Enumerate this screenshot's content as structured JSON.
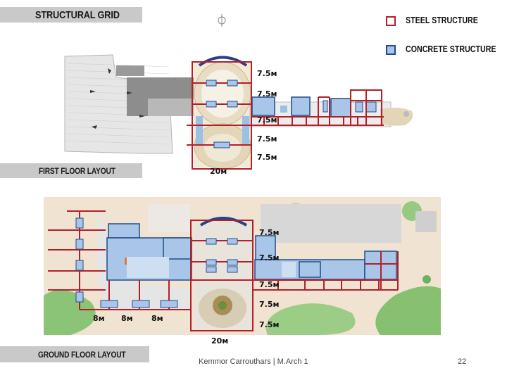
{
  "header": {
    "title": "STRUCTURAL GRID"
  },
  "legend": [
    {
      "label": "STEEL STRUCTURE",
      "color": "#b3202a",
      "fill": "#ffffff"
    },
    {
      "label": "CONCRETE  STRUCTURE",
      "color": "#1f4f8b",
      "fill": "#a9c5e8"
    }
  ],
  "first_floor": {
    "label": "FIRST FLOOR LAYOUT",
    "dims": [
      "7.5м",
      "7.5м",
      "7.5м",
      "7.5м",
      "7.5м"
    ],
    "width_dim": "20м"
  },
  "ground_floor": {
    "label": "GROUND FLOOR LAYOUT",
    "dims": [
      "7.5м",
      "7.5м",
      "7.5м",
      "7.5м",
      "7.5м"
    ],
    "width_dim": "20м",
    "bay_dims": [
      "8м",
      "8м",
      "8м"
    ]
  },
  "footer": {
    "author": "Kemmor Carrouthars | M.Arch 1",
    "page": "22"
  },
  "colors": {
    "steel": "#b3202a",
    "concrete_fill": "#a9c5e8",
    "concrete_line": "#1f4f8b",
    "banner": "#c9c9c9"
  }
}
